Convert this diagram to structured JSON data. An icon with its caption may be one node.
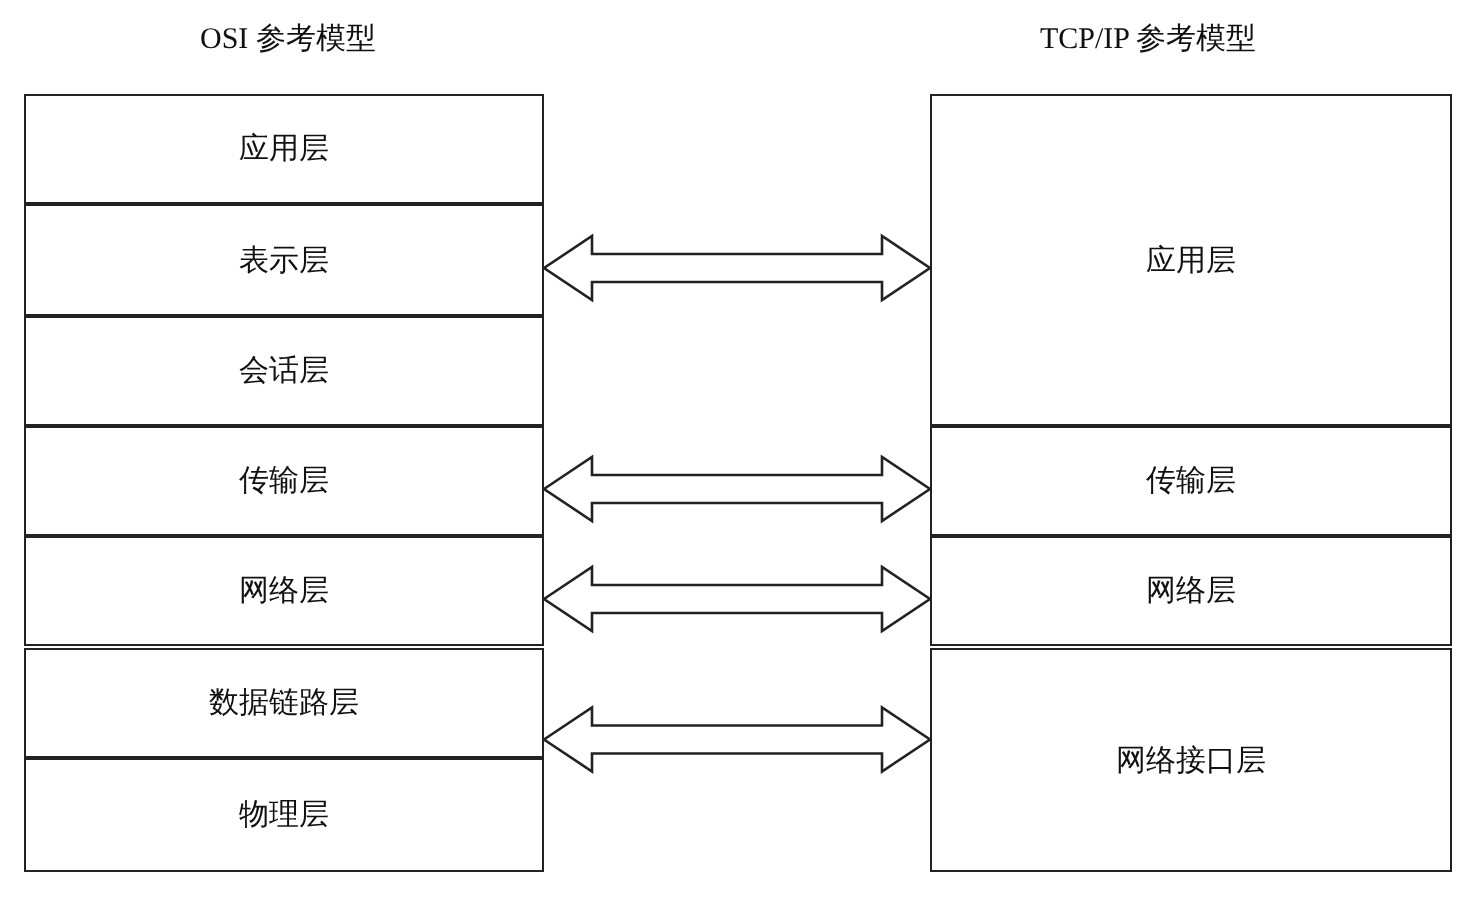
{
  "diagram": {
    "nodes": [
      {
        "text": [
          "应用层"
        ]
      },
      {
        "text": [
          "表示层"
        ]
      },
      {
        "text": [
          "会话层"
        ]
      },
      {
        "text": [
          "传输层"
        ]
      },
      {
        "text": [
          "网络层"
        ]
      },
      {
        "text": [
          "数据链路层"
        ]
      },
      {
        "text": [
          "物理层"
        ]
      },
      {
        "text": [
          "应用层"
        ]
      },
      {
        "text": [
          "传输层"
        ]
      },
      {
        "text": [
          "网络层"
        ]
      },
      {
        "text": [
          "网络接口层"
        ]
      }
    ],
    "edges": [
      {
        "from": 1,
        "to": 7,
        "arrow": "both"
      },
      {
        "from": 3,
        "to": 8,
        "arrow": "both"
      },
      {
        "from": 4,
        "to": 9,
        "arrow": "both"
      },
      {
        "from": 5,
        "to": 10,
        "arrow": "both"
      }
    ],
    "labels": [
      "OSI 参考模型",
      "TCP/IP 参考模型"
    ]
  }
}
